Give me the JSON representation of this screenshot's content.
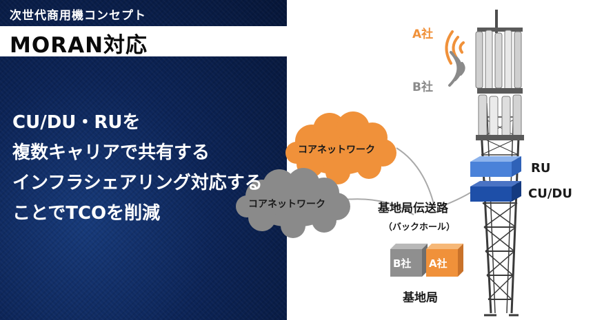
{
  "slide": {
    "subtitle": "次世代商用機コンセプト",
    "title": "MORAN対応",
    "statement_lines": [
      "CU/DU・RUを",
      "複数キャリアで共有する",
      "インフラシェアリング対応する",
      "ことでTCOを削減"
    ]
  },
  "diagram": {
    "carrier_a": "A社",
    "carrier_b": "B社",
    "core_network_orange": "コアネットワーク",
    "core_network_gray": "コアネットワーク",
    "transport_title": "基地局伝送路",
    "transport_sub": "（バックホール）",
    "box_b": "B社",
    "box_a": "A社",
    "base_station": "基地局",
    "ru_label": "RU",
    "cudu_label": "CU/DU"
  },
  "colors": {
    "orange": "#f0913a",
    "gray": "#8a8a8a",
    "ru_blue": "#4a82d9",
    "cudu_blue": "#1e4fa8"
  }
}
